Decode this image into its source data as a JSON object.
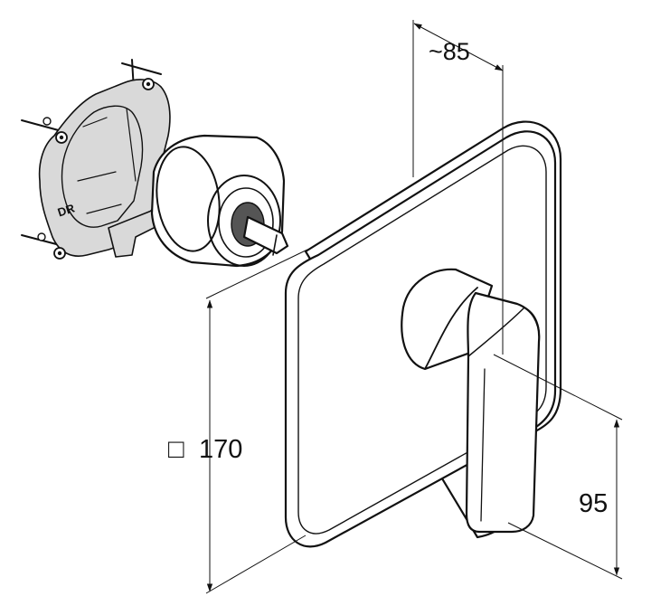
{
  "dimensions": {
    "depth_label": "~85",
    "plate_size_symbol": "□",
    "plate_size_value": "170",
    "lever_height_label": "95"
  },
  "housing_marking": "DR",
  "colors": {
    "ink": "#111111",
    "housing_fill": "#d9d9d9",
    "background": "#ffffff"
  }
}
